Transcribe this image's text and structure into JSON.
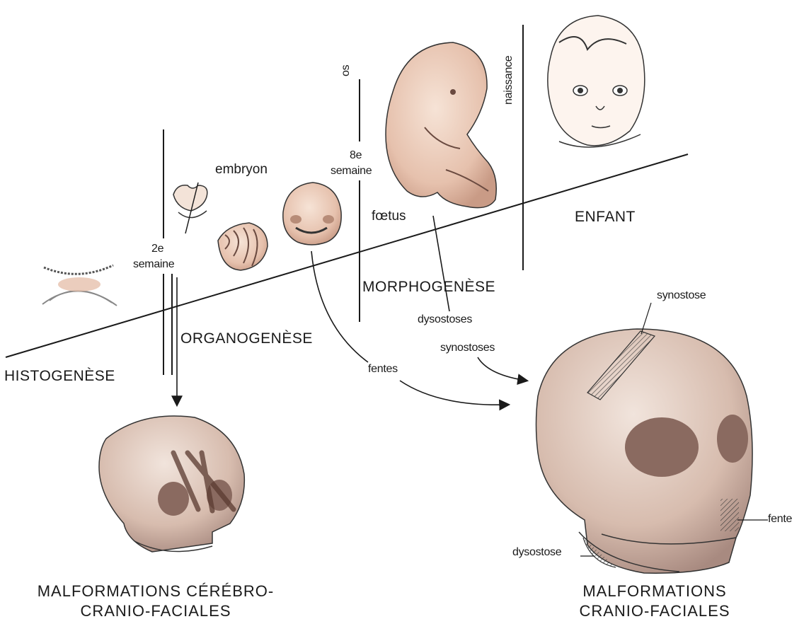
{
  "stages": {
    "histogenese": "HISTOGENÈSE",
    "organogenese": "ORGANOGENÈSE",
    "morphogenese": "MORPHOGENÈSE",
    "enfant": "ENFANT"
  },
  "stage_labels": {
    "embryon": "embryon",
    "foetus": "fœtus",
    "os": "os",
    "naissance": "naissance",
    "week2_num": "2e",
    "week2_unit": "semaine",
    "week8_num": "8e",
    "week8_unit": "semaine"
  },
  "annotations": {
    "fentes": "fentes",
    "dysostoses": "dysostoses",
    "synostoses": "synostoses",
    "synostose": "synostose",
    "fente": "fente",
    "dysostose": "dysostose"
  },
  "captions": {
    "left_line1": "MALFORMATIONS CÉRÉBRO-",
    "left_line2": "CRANIO-FACIALES",
    "right_line1": "MALFORMATIONS",
    "right_line2": "CRANIO-FACIALES"
  },
  "colors": {
    "ink": "#1a1a1a",
    "skin": "#e9c9b6",
    "skin_shadow": "#c99b86",
    "bone": "#dcc6ba",
    "bone_shadow": "#a88a80"
  }
}
